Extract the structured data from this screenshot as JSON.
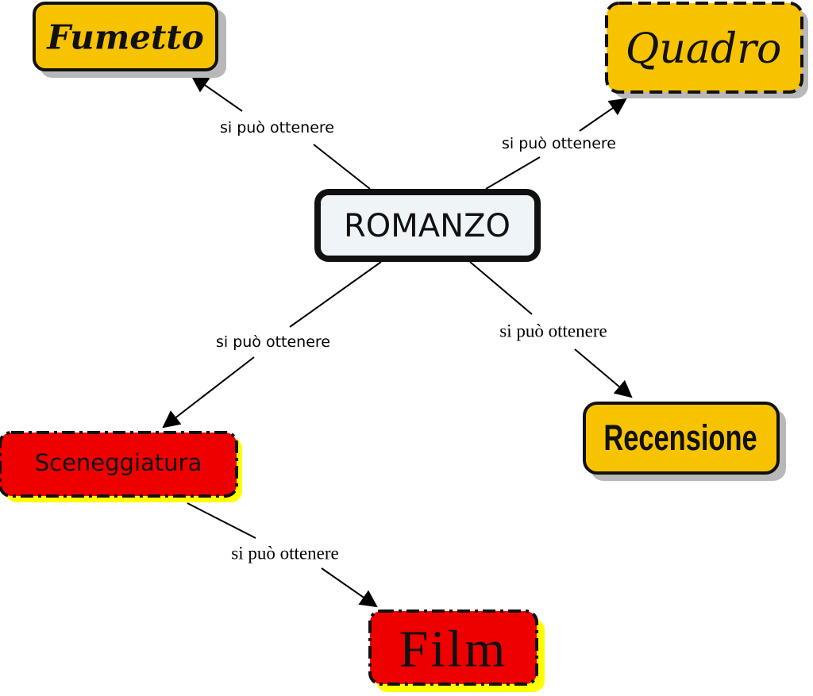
{
  "concept_map": {
    "nodes": {
      "romanzo": {
        "label": "ROMANZO",
        "fill": "#eef4f7",
        "border": "#111111"
      },
      "fumetto": {
        "label": "Fumetto",
        "fill": "#f7c300",
        "border": "#111111",
        "shadow": "#b8b8b8"
      },
      "quadro": {
        "label": "Quadro",
        "fill": "#f7c300",
        "border": "#111111",
        "shadow": "#b8b8b8"
      },
      "recensione": {
        "label": "Recensione",
        "fill": "#f7c300",
        "border": "#111111",
        "shadow": "#b8b8b8"
      },
      "sceneggiatura": {
        "label": "Sceneggiatura",
        "fill": "#ee0000",
        "border": "#111111",
        "shadow": "#ffff00"
      },
      "film": {
        "label": "Film",
        "fill": "#ee0000",
        "border": "#111111",
        "shadow": "#ffff00"
      }
    },
    "links": {
      "to_fumetto": "si può ottenere",
      "to_quadro": "si può ottenere",
      "to_sceneggiatura": "si può ottenere",
      "to_recensione": "si può ottenere",
      "to_film": "si può ottenere"
    }
  }
}
